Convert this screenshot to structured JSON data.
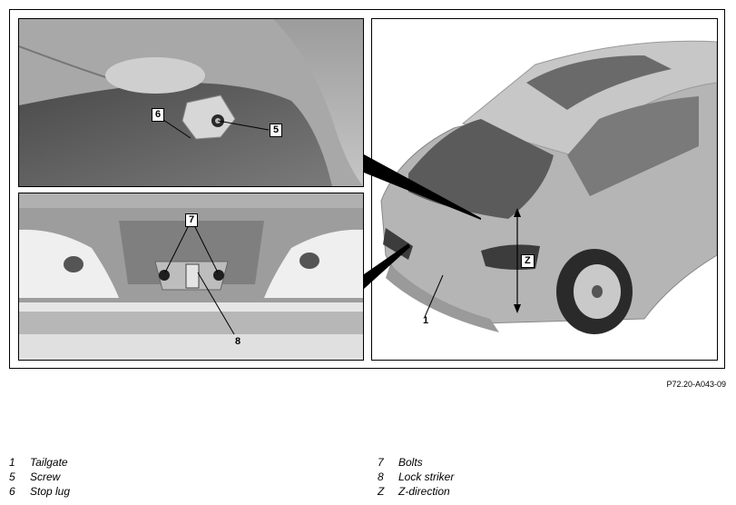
{
  "callouts": {
    "c6": "6",
    "c5": "5",
    "c7": "7",
    "c8": "8",
    "cZ": "Z",
    "c1": "1"
  },
  "reference_code": "P72.20-A043-09",
  "legend": {
    "left": [
      {
        "num": "1",
        "text": "Tailgate"
      },
      {
        "num": "5",
        "text": "Screw"
      },
      {
        "num": "6",
        "text": "Stop lug"
      }
    ],
    "right": [
      {
        "num": "7",
        "text": "Bolts"
      },
      {
        "num": "8",
        "text": "Lock striker"
      },
      {
        "num": "Z",
        "text": "Z-direction"
      }
    ]
  }
}
